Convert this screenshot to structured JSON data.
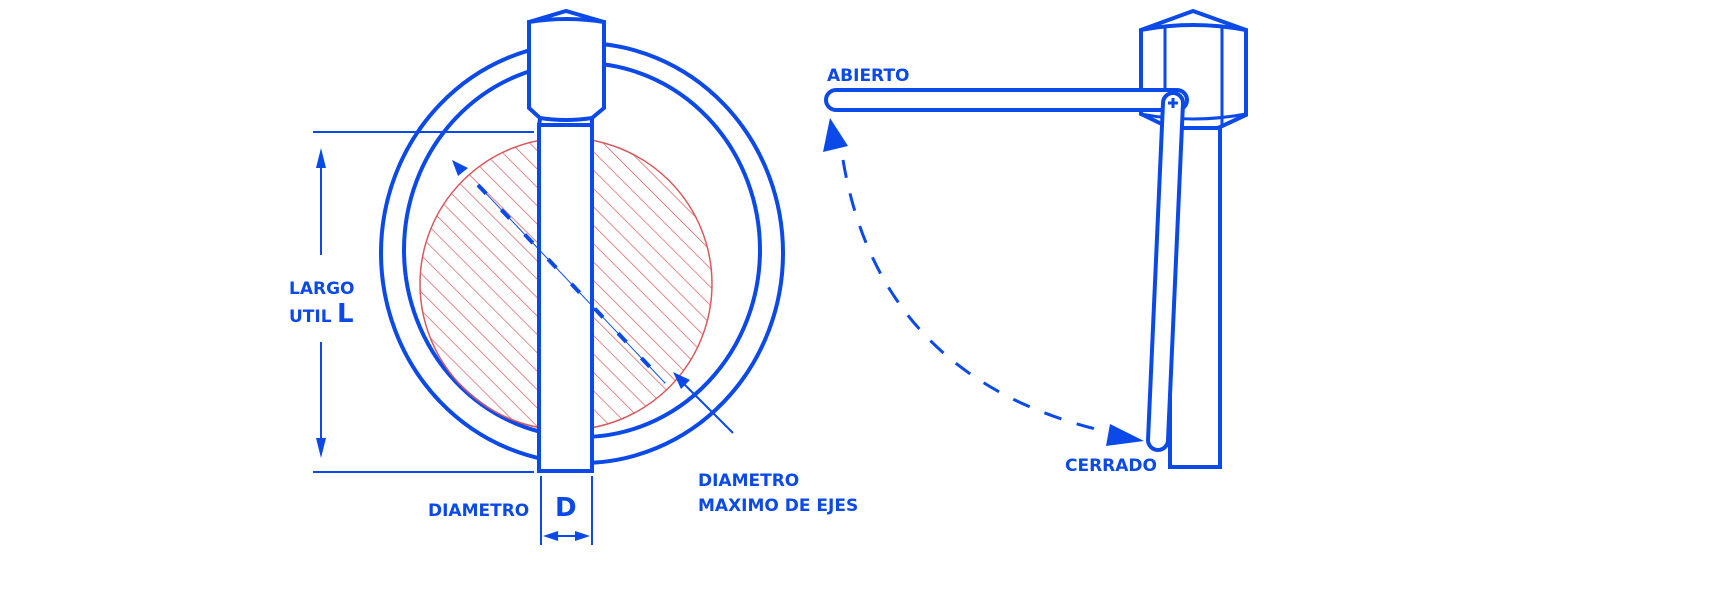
{
  "colors": {
    "line": "#0b4ae8",
    "hatch": "#d65a5e"
  },
  "left_view": {
    "length_label_line1": "LARGO",
    "length_label_line2": "UTIL",
    "length_symbol": "L",
    "diameter_label": "DIAMETRO",
    "diameter_symbol": "D",
    "max_axis_label_line1": "DIAMETRO",
    "max_axis_label_line2": "MAXIMO DE EJES"
  },
  "right_view": {
    "open_label": "ABIERTO",
    "closed_label": "CERRADO"
  }
}
